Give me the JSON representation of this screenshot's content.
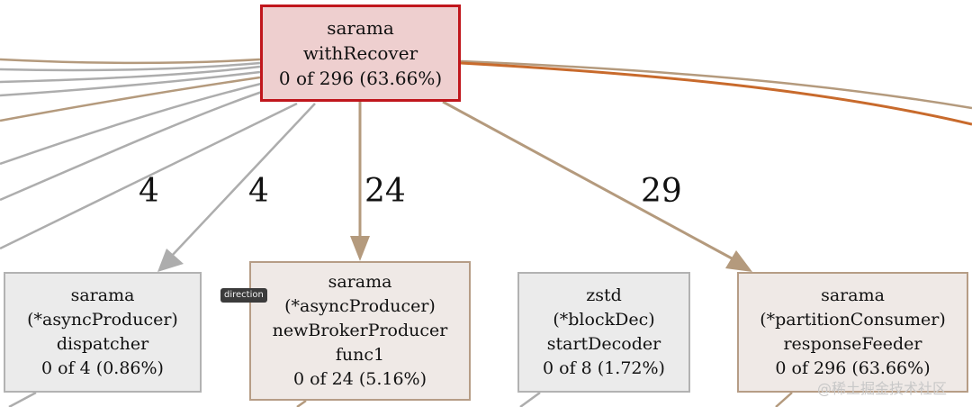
{
  "nodes": {
    "root": {
      "lines": [
        "sarama",
        "withRecover",
        "0 of 296 (63.66%)"
      ]
    },
    "dispatcher": {
      "lines": [
        "sarama",
        "(*asyncProducer)",
        "dispatcher",
        "0 of 4 (0.86%)"
      ]
    },
    "newbroker": {
      "lines": [
        "sarama",
        "(*asyncProducer)",
        "newBrokerProducer",
        "func1",
        "0 of 24 (5.16%)"
      ]
    },
    "zstd": {
      "lines": [
        "zstd",
        "(*blockDec)",
        "startDecoder",
        "0 of 8 (1.72%)"
      ]
    },
    "feeder": {
      "lines": [
        "sarama",
        "(*partitionConsumer)",
        "responseFeeder",
        "0 of 296 (63.66%)"
      ]
    }
  },
  "edges": {
    "to_dispatcher": {
      "label": "4",
      "color": "#adadad"
    },
    "to_zstd": {
      "label": "4",
      "color": "#adadad"
    },
    "to_newbroker": {
      "label": "24",
      "color": "#b49a7d"
    },
    "to_feeder": {
      "label": "29",
      "color": "#b49a7d"
    }
  },
  "colors": {
    "root_fill": "#eecfcf",
    "root_border": "#c0161c",
    "hot_edge": "#c86a2c",
    "warm_edge": "#b49a7d",
    "cold_edge": "#adadad"
  },
  "tooltip": {
    "text": "direction"
  },
  "watermark": {
    "text": "@稀土掘金技术社区"
  }
}
